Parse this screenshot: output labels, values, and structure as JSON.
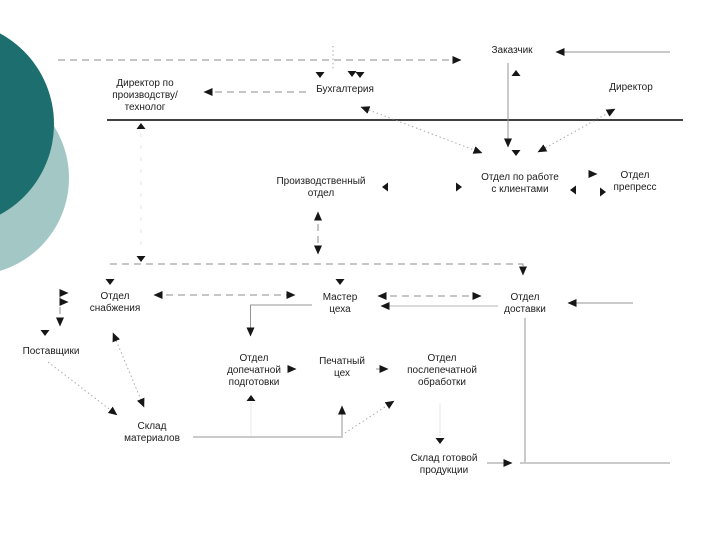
{
  "slide": {
    "type": "organization-flow-diagram",
    "language": "ru",
    "colors": {
      "background": "#ffffff",
      "decor_circle_dark": "#1d6e6e",
      "decor_circle_light": "#a2c7c5",
      "line": "#949494",
      "arrow": "#161616",
      "text": "#1c1c1c",
      "divider": "#000000"
    },
    "diagram": {
      "nodes": [
        {
          "id": "zakazchik",
          "label": "Заказчик"
        },
        {
          "id": "director-po-proizvodstvu-tehnolog",
          "label": "Директор по\nпроизводству/\nтехнолог"
        },
        {
          "id": "buhgalteria",
          "label": "Бухгалтерия"
        },
        {
          "id": "director",
          "label": "Директор"
        },
        {
          "id": "proizvodstvennyi-otdel",
          "label": "Производственный\nотдел"
        },
        {
          "id": "otdel-po-rabote-s-klientami",
          "label": "Отдел по работе\nс клиентами"
        },
        {
          "id": "otdel-prepress",
          "label": "Отдел\nпрепресс"
        },
        {
          "id": "otdel-snabzheniya",
          "label": "Отдел\nснабжения"
        },
        {
          "id": "master-tseha",
          "label": "Мастер\nцеха"
        },
        {
          "id": "otdel-dostavki",
          "label": "Отдел\nдоставки"
        },
        {
          "id": "postavshchiki",
          "label": "Поставщики"
        },
        {
          "id": "otdel-dopechatnoy-podgotovki",
          "label": "Отдел\nдопечатной\nподготовки"
        },
        {
          "id": "pechatnyi-tseh",
          "label": "Печатный\nцех"
        },
        {
          "id": "otdel-poslepechatnoy-obrabotki",
          "label": "Отдел\nпослепечатной\nобработки"
        },
        {
          "id": "sklad-materialov",
          "label": "Склад\nматериалов"
        },
        {
          "id": "sklad-gotovoy-produkcii",
          "label": "Склад готовой\nпродукции"
        }
      ],
      "edges": [
        {
          "from": "left-margin",
          "to": "zakazchik",
          "style": "dashed",
          "arrows": "end"
        },
        {
          "from": "buhgalteria",
          "to": "director-po-proizvodstvu-tehnolog",
          "style": "dashed",
          "arrows": "end"
        },
        {
          "from": "right-margin",
          "to": "zakazchik",
          "style": "solid",
          "arrows": "end"
        },
        {
          "from": "zakazchik",
          "to": "otdel-po-rabote-s-klientami",
          "style": "solid",
          "arrows": "both"
        },
        {
          "from": "buhgalteria",
          "to": "otdel-po-rabote-s-klientami",
          "style": "dotted",
          "arrows": "both"
        },
        {
          "from": "otdel-po-rabote-s-klientami",
          "to": "director",
          "style": "dotted",
          "arrows": "both"
        },
        {
          "from": "proizvodstvennyi-otdel",
          "to": "otdel-po-rabote-s-klientami",
          "style": "arrowheads",
          "arrows": "both"
        },
        {
          "from": "otdel-po-rabote-s-klientami",
          "to": "otdel-prepress",
          "style": "arrowheads",
          "arrows": "both"
        },
        {
          "from": "proizvodstvennyi-otdel",
          "to": "distribution-bus",
          "style": "dashed",
          "arrows": "both"
        },
        {
          "from": "director-po-proizvodstvu-tehnolog",
          "to": "distribution-bus",
          "style": "dashed",
          "arrows": "both"
        },
        {
          "from": "distribution-bus",
          "to": "otdel-snabzheniya",
          "style": "dashed",
          "arrows": "end"
        },
        {
          "from": "distribution-bus",
          "to": "master-tseha",
          "style": "dashed",
          "arrows": "end"
        },
        {
          "from": "distribution-bus",
          "to": "otdel-dostavki",
          "style": "dashed",
          "arrows": "end"
        },
        {
          "from": "otdel-snabzheniya",
          "to": "master-tseha",
          "style": "dashed",
          "arrows": "both"
        },
        {
          "from": "master-tseha",
          "to": "otdel-dostavki",
          "style": "dashed",
          "arrows": "both"
        },
        {
          "from": "otdel-dostavki",
          "to": "master-tseha",
          "style": "solid",
          "arrows": "end"
        },
        {
          "from": "right-margin",
          "to": "otdel-dostavki",
          "style": "solid",
          "arrows": "end"
        },
        {
          "from": "otdel-snabzheniya",
          "to": "postavshchiki",
          "style": "dashed",
          "arrows": "both"
        },
        {
          "from": "postavshchiki",
          "to": "sklad-materialov",
          "style": "dotted",
          "arrows": "end"
        },
        {
          "from": "otdel-snabzheniya",
          "to": "sklad-materialov",
          "style": "dotted",
          "arrows": "both"
        },
        {
          "from": "master-tseha",
          "to": "otdel-dopechatnoy-podgotovki",
          "style": "solid",
          "arrows": "end"
        },
        {
          "from": "otdel-dopechatnoy-podgotovki",
          "to": "pechatnyi-tseh",
          "style": "solid",
          "arrows": "end"
        },
        {
          "from": "pechatnyi-tseh",
          "to": "otdel-poslepechatnoy-obrabotki",
          "style": "solid",
          "arrows": "end"
        },
        {
          "from": "sklad-materialov",
          "to": "pechatnyi-tseh",
          "style": "solid",
          "arrows": "end"
        },
        {
          "from": "sklad-materialov",
          "to": "otdel-poslepechatnoy-obrabotki",
          "style": "dotted",
          "arrows": "end"
        },
        {
          "from": "sklad-materialov",
          "to": "otdel-dopechatnoy-podgotovki",
          "style": "solid",
          "arrows": "end"
        },
        {
          "from": "otdel-poslepechatnoy-obrabotki",
          "to": "sklad-gotovoy-produkcii",
          "style": "solid",
          "arrows": "end"
        },
        {
          "from": "sklad-gotovoy-produkcii",
          "to": "otdel-dostavki",
          "style": "solid",
          "arrows": "end"
        }
      ]
    }
  }
}
